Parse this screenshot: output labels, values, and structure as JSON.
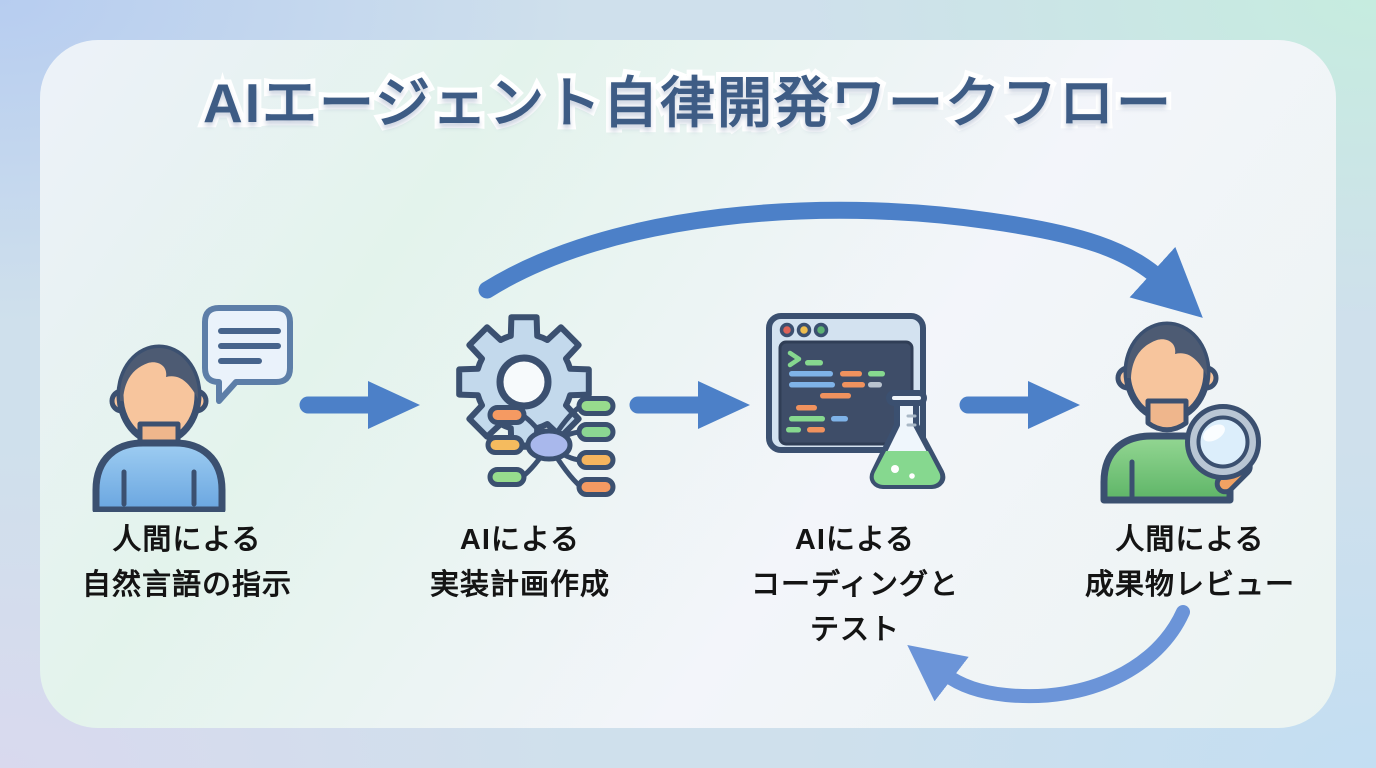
{
  "title": "AIエージェント自律開発ワークフロー",
  "steps": [
    {
      "name": "human-instruction",
      "icon": "person-speech-bubble-icon",
      "label_lines": [
        "人間による",
        "自然言語の指示"
      ]
    },
    {
      "name": "ai-planning",
      "icon": "gear-mindmap-icon",
      "label_lines": [
        "AIによる",
        "実装計画作成"
      ]
    },
    {
      "name": "ai-coding-testing",
      "icon": "code-editor-flask-icon",
      "label_lines": [
        "AIによる",
        "コーディングと",
        "テスト"
      ]
    },
    {
      "name": "human-review",
      "icon": "person-magnifier-icon",
      "label_lines": [
        "人間による",
        "成果物レビュー"
      ]
    }
  ],
  "arrows": {
    "forward_arrow_count": 3,
    "top_loop": "from ai-planning to human-review",
    "bottom_loop": "from human-review back to ai-coding-testing"
  },
  "colors": {
    "title_color": "#3e5c85",
    "label_color": "#141414",
    "arrow_blue": "#4c80c8",
    "loop_arrow_blue": "#6b94d8",
    "bg_tl": "#b7cdf0",
    "bg_tr": "#c6ecdf",
    "bg_bl": "#d9d9ee",
    "bg_br": "#c3def2"
  }
}
